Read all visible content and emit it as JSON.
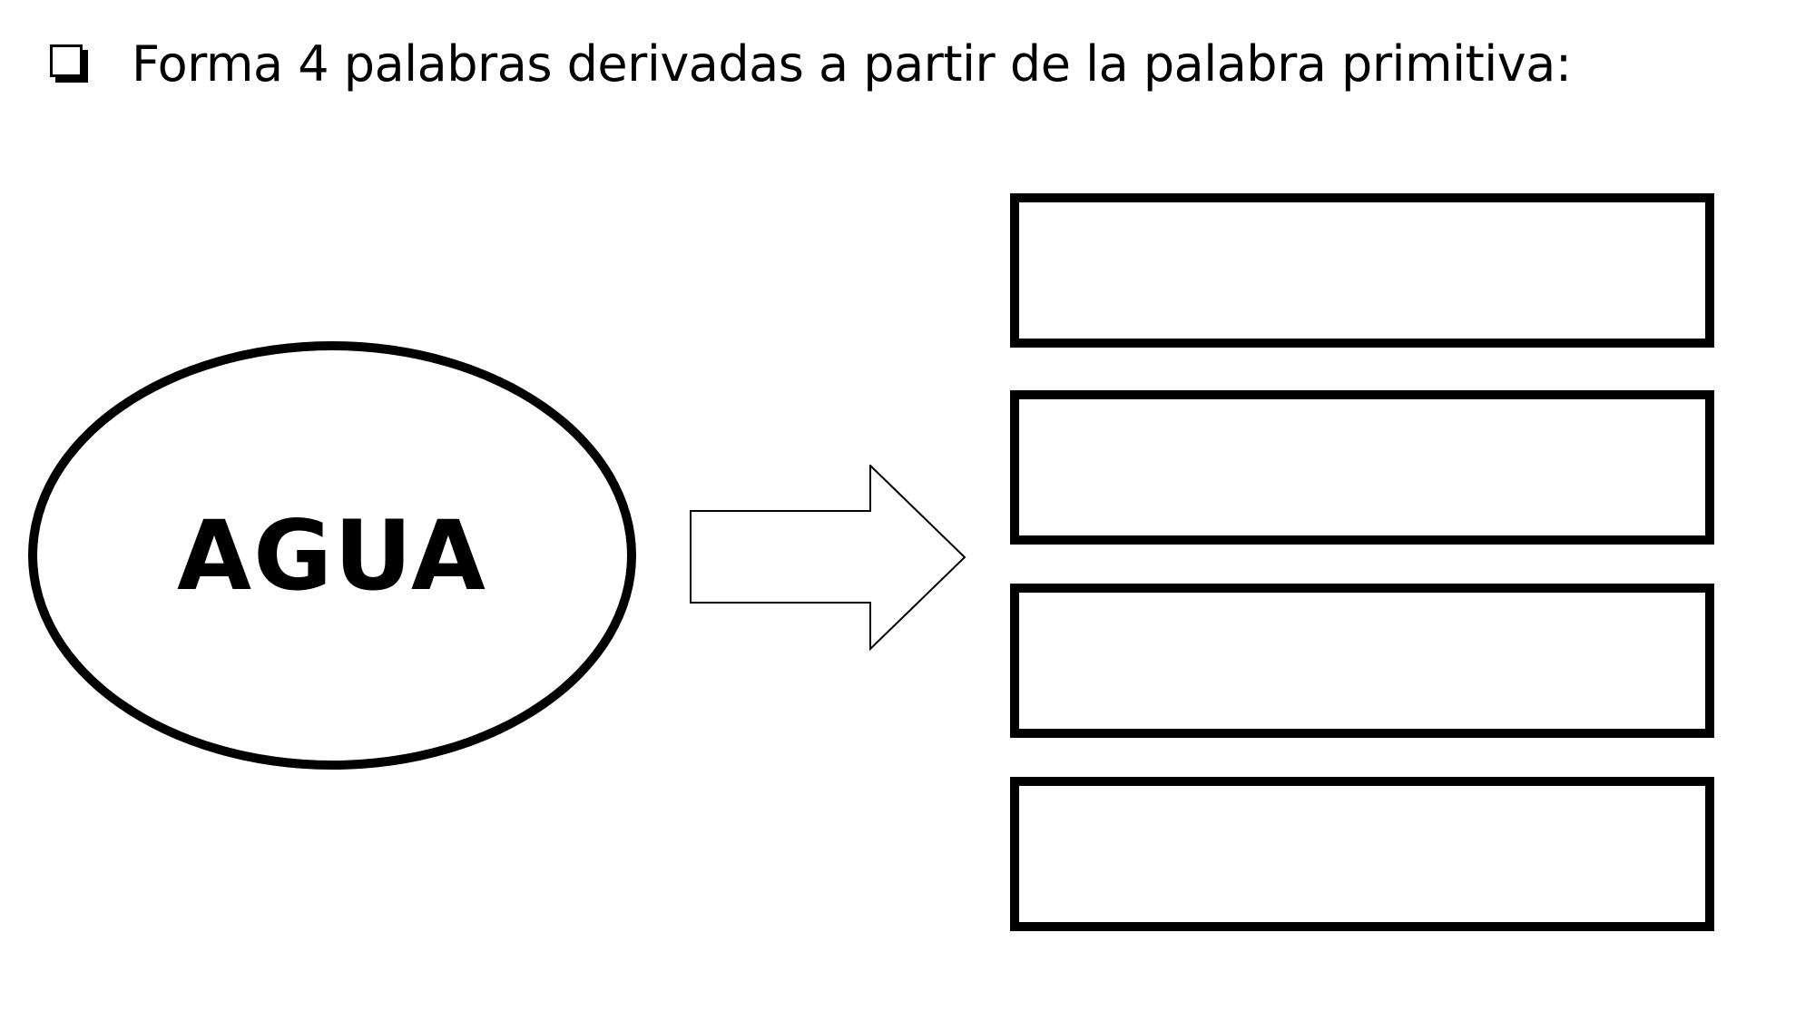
{
  "instruction": {
    "icon": "checkbox-icon",
    "text": "Forma 4 palabras derivadas a partir de la palabra primitiva:"
  },
  "primitive": {
    "word": "AGUA"
  },
  "arrow": {
    "icon": "right-arrow-icon"
  },
  "answers": {
    "count": 4,
    "values": [
      "",
      "",
      "",
      ""
    ]
  }
}
